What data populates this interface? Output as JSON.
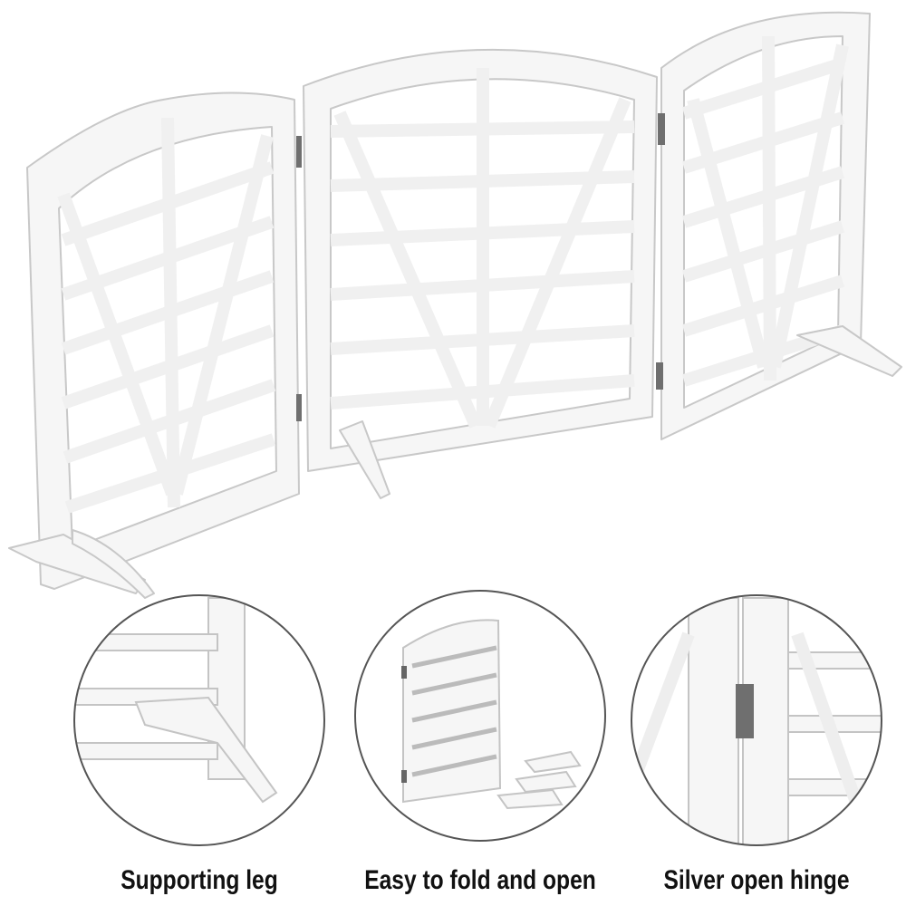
{
  "product": {
    "color": "#f4f4f4",
    "shadow_color": "#c9c9c9",
    "hinge_color": "#6f6f6f"
  },
  "details": [
    {
      "caption": "Supporting leg",
      "icon": "leg-closeup"
    },
    {
      "caption": "Easy to fold and open",
      "icon": "folded-gate"
    },
    {
      "caption": "Silver open hinge",
      "icon": "hinge-closeup"
    }
  ],
  "circle_border_color": "#555555"
}
